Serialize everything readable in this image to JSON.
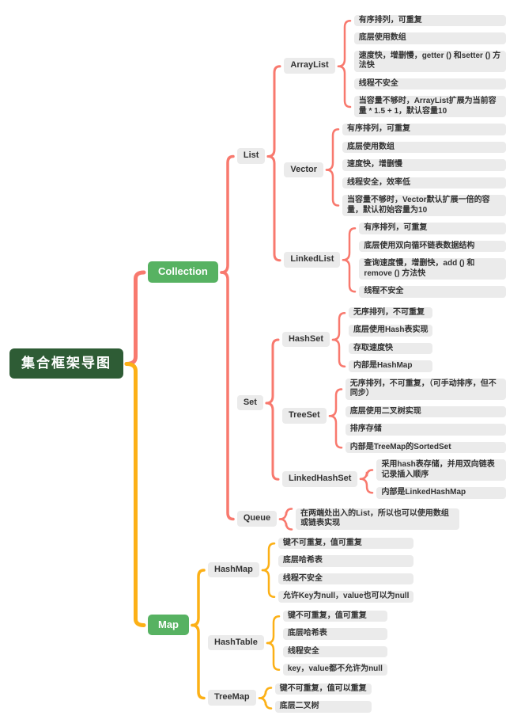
{
  "colors": {
    "root_bg": "#2e5c35",
    "branch_bg": "#57b262",
    "node_bg": "#ebebeb",
    "node_text": "#333333",
    "collection": "#f8796e",
    "map": "#fcb016"
  },
  "tree": {
    "root": {
      "label": "集合框架导图"
    },
    "branches": [
      {
        "label": "Collection",
        "children": [
          {
            "label": "List",
            "children": [
              {
                "label": "ArrayList",
                "leaves": [
                  "有序排列，可重复",
                  "底层使用数组",
                  "速度快，增删慢，getter () 和setter () 方法快",
                  "线程不安全",
                  "当容量不够时，ArrayList扩展为当前容量 * 1.5 + 1，默认容量10"
                ]
              },
              {
                "label": "Vector",
                "leaves": [
                  "有序排列，可重复",
                  "底层使用数组",
                  "速度快，增删慢",
                  "线程安全，效率低",
                  "当容量不够时，Vector默认扩展一倍的容量，默认初始容量为10"
                ]
              },
              {
                "label": "LinkedList",
                "leaves": [
                  "有序排列，可重复",
                  "底层使用双向循环链表数据结构",
                  "查询速度慢，增删快，add () 和remove () 方法快",
                  "线程不安全"
                ]
              }
            ]
          },
          {
            "label": "Set",
            "children": [
              {
                "label": "HashSet",
                "leaves": [
                  "无序排列，不可重复",
                  "底层使用Hash表实现",
                  "存取速度快",
                  "内部是HashMap"
                ]
              },
              {
                "label": "TreeSet",
                "leaves": [
                  "无序排列，不可重复，（可手动排序，但不同步）",
                  "底层使用二叉树实现",
                  "排序存储",
                  "内部是TreeMap的SortedSet"
                ]
              },
              {
                "label": "LinkedHashSet",
                "leaves": [
                  "采用hash表存储，并用双向链表记录插入顺序",
                  "内部是LinkedHashMap"
                ]
              }
            ]
          },
          {
            "label": "Queue",
            "leaves": [
              "在两端处出入的List，所以也可以使用数组或链表实现"
            ]
          }
        ]
      },
      {
        "label": "Map",
        "children": [
          {
            "label": "HashMap",
            "leaves": [
              "键不可重复，值可重复",
              "底层哈希表",
              "线程不安全",
              "允许Key为null，value也可以为null"
            ]
          },
          {
            "label": "HashTable",
            "leaves": [
              "键不可重复，值可重复",
              "底层哈希表",
              "线程安全",
              "key，value都不允许为null"
            ]
          },
          {
            "label": "TreeMap",
            "leaves": [
              "键不可重复，值可以重复",
              "底层二叉树"
            ]
          }
        ]
      }
    ]
  }
}
